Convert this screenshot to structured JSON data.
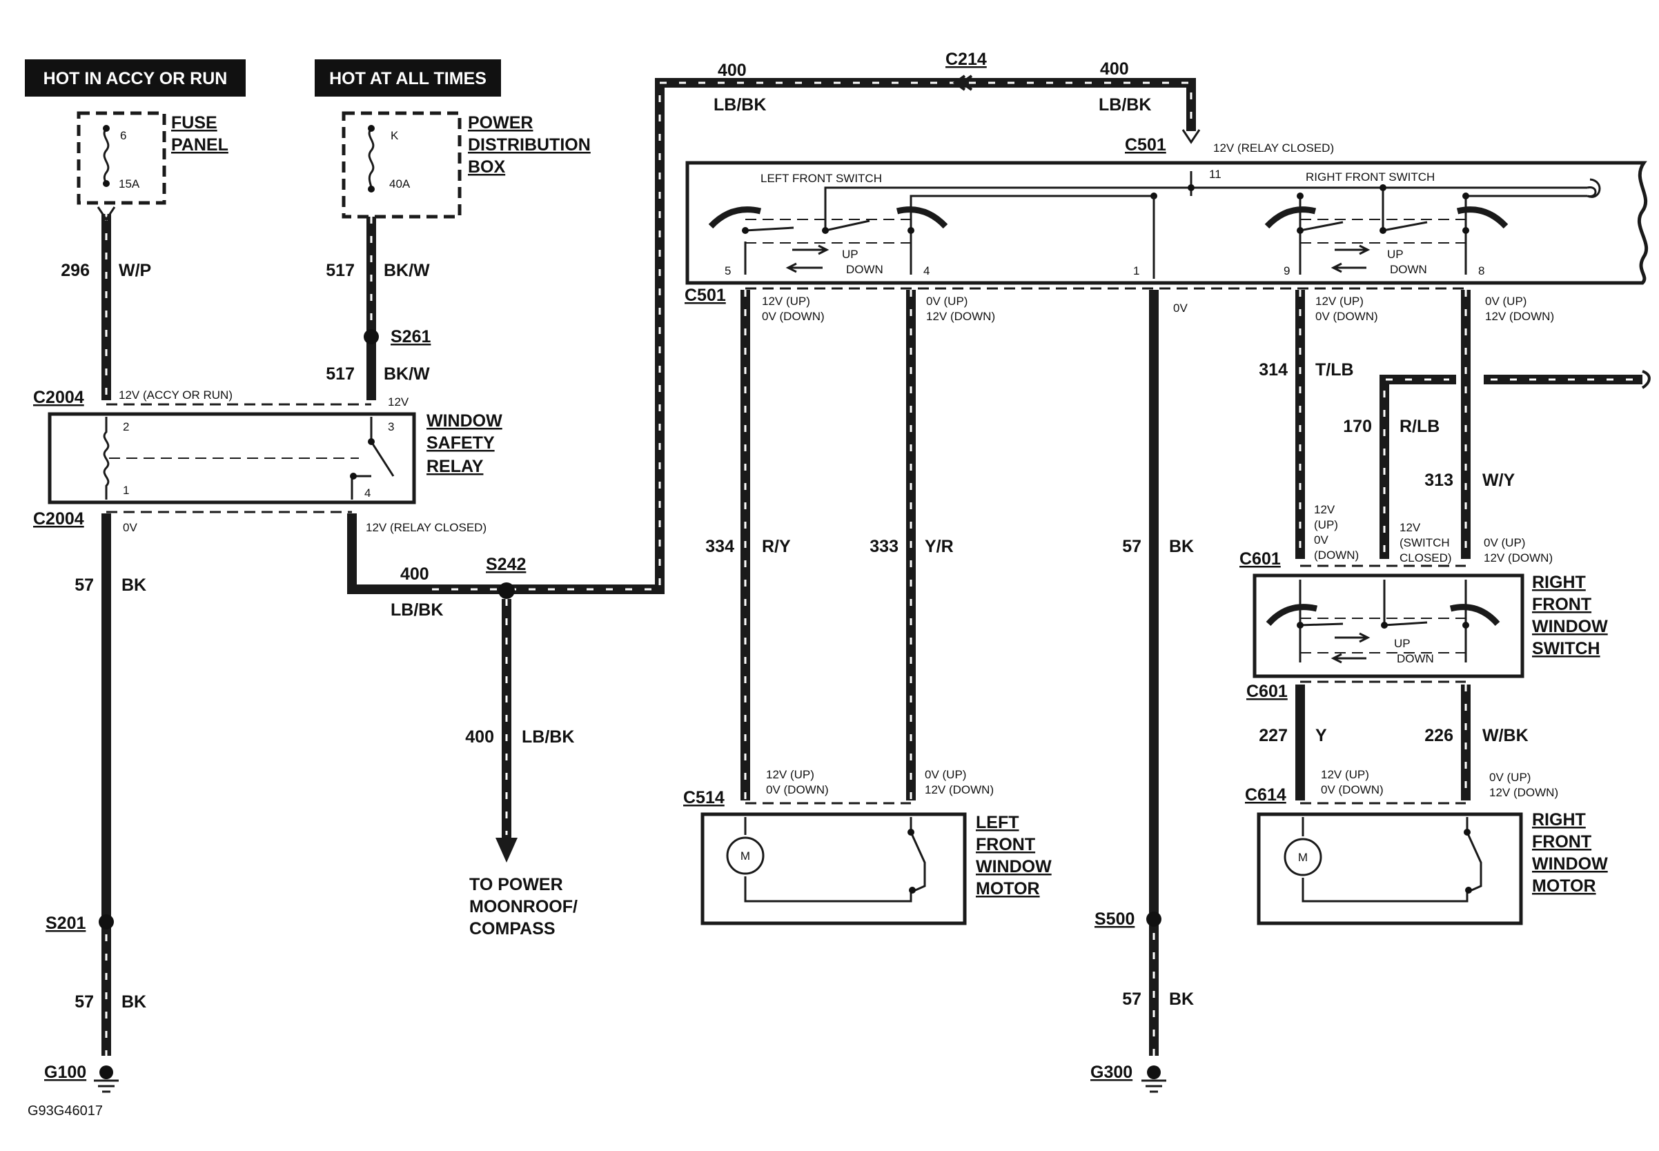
{
  "headers": {
    "hot_accy_run": "HOT IN ACCY OR RUN",
    "hot_all_times": "HOT AT ALL TIMES"
  },
  "fuse_panel": {
    "label_line1": "FUSE",
    "label_line2": "PANEL",
    "fuse_number": "6",
    "fuse_rating": "15A"
  },
  "power_distribution_box": {
    "label_line1": "POWER",
    "label_line2": "DISTRIBUTION",
    "label_line3": "BOX",
    "fuse_id": "K",
    "fuse_rating": "40A"
  },
  "window_safety_relay": {
    "line1": "WINDOW",
    "line2": "SAFETY",
    "line3": "RELAY",
    "pin2": "2",
    "pin1": "1",
    "pin3": "3",
    "pin4": "4"
  },
  "left_front_switch": {
    "title": "LEFT FRONT SWITCH",
    "up": "UP",
    "down": "DOWN",
    "pin5": "5",
    "pin4": "4",
    "pin1": "1",
    "pin11": "11"
  },
  "right_front_switch_master": {
    "title": "RIGHT FRONT SWITCH",
    "up": "UP",
    "down": "DOWN",
    "pin9": "9",
    "pin8": "8"
  },
  "right_front_window_switch": {
    "line1": "RIGHT",
    "line2": "FRONT",
    "line3": "WINDOW",
    "line4": "SWITCH",
    "up": "UP",
    "down": "DOWN"
  },
  "left_front_window_motor": {
    "line1": "LEFT",
    "line2": "FRONT",
    "line3": "WINDOW",
    "line4": "MOTOR",
    "motor_symbol": "M"
  },
  "right_front_window_motor": {
    "line1": "RIGHT",
    "line2": "FRONT",
    "line3": "WINDOW",
    "line4": "MOTOR",
    "motor_symbol": "M"
  },
  "destination": {
    "line1": "TO POWER",
    "line2": "MOONROOF/",
    "line3": "COMPASS"
  },
  "connectors": {
    "c214": "C214",
    "c501_top": "C501",
    "c501_bottom": "C501",
    "c2004_top": "C2004",
    "c2004_bottom": "C2004",
    "s261": "S261",
    "s242": "S242",
    "s201": "S201",
    "s500": "S500",
    "c514": "C514",
    "c601_top": "C601",
    "c601_bottom": "C601",
    "c614": "C614",
    "g100": "G100",
    "g300": "G300"
  },
  "wires": {
    "w296": {
      "circuit": "296",
      "color": "W/P"
    },
    "w517a": {
      "circuit": "517",
      "color": "BK/W"
    },
    "w517b": {
      "circuit": "517",
      "color": "BK/W"
    },
    "w57a": {
      "circuit": "57",
      "color": "BK"
    },
    "w57b": {
      "circuit": "57",
      "color": "BK"
    },
    "w57c": {
      "circuit": "57",
      "color": "BK"
    },
    "w57d": {
      "circuit": "57",
      "color": "BK"
    },
    "w400a": {
      "circuit": "400",
      "color": "LB/BK"
    },
    "w400b": {
      "circuit": "400",
      "color": "LB/BK"
    },
    "w400c": {
      "circuit": "400",
      "color": "LB/BK"
    },
    "w400d": {
      "circuit": "400",
      "color": "LB/BK"
    },
    "w334": {
      "circuit": "334",
      "color": "R/Y"
    },
    "w333": {
      "circuit": "333",
      "color": "Y/R"
    },
    "w314": {
      "circuit": "314",
      "color": "T/LB"
    },
    "w170": {
      "circuit": "170",
      "color": "R/LB"
    },
    "w313": {
      "circuit": "313",
      "color": "W/Y"
    },
    "w227": {
      "circuit": "227",
      "color": "Y"
    },
    "w226": {
      "circuit": "226",
      "color": "W/BK"
    }
  },
  "voltages": {
    "c2004_top": "12V (ACCY OR RUN)",
    "relay_pin3": "12V",
    "c2004_bottom_pin1": "0V",
    "c2004_bottom_pin4": "12V (RELAY CLOSED)",
    "c501_top": "12V (RELAY CLOSED)",
    "c501_pin5_l1": "12V (UP)",
    "c501_pin5_l2": "0V (DOWN)",
    "c501_pin4_l1": "0V (UP)",
    "c501_pin4_l2": "12V (DOWN)",
    "c501_pin1": "0V",
    "c501_pin9_l1": "12V (UP)",
    "c501_pin9_l2": "0V (DOWN)",
    "c501_pin8_l1": "0V (UP)",
    "c501_pin8_l2": "12V (DOWN)",
    "c601_a_l1": "12V",
    "c601_a_l2": "(UP)",
    "c601_a_l3": "0V",
    "c601_a_l4": "(DOWN)",
    "c601_b_l1": "12V",
    "c601_b_l2": "(SWITCH",
    "c601_b_l3": "CLOSED)",
    "c601_c_l1": "0V (UP)",
    "c601_c_l2": "12V (DOWN)",
    "c514_a_l1": "12V (UP)",
    "c514_a_l2": "0V (DOWN)",
    "c514_b_l1": "0V (UP)",
    "c514_b_l2": "12V (DOWN)",
    "c614_a_l1": "12V (UP)",
    "c614_a_l2": "0V (DOWN)",
    "c614_b_l1": "0V (UP)",
    "c614_b_l2": "12V (DOWN)"
  },
  "figure_id": "G93G46017"
}
